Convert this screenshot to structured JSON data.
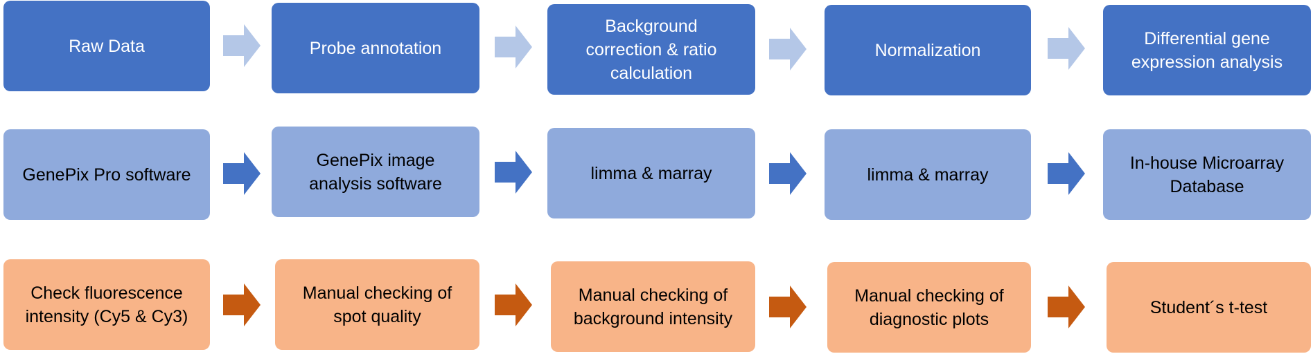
{
  "colors": {
    "row1_box": "#4472C4",
    "row1_arrow": "#B4C7E7",
    "row2_box": "#8FAADC",
    "row2_arrow": "#4472C4",
    "row3_box": "#F8B488",
    "row3_arrow": "#C55A11"
  },
  "rows": [
    {
      "boxes": [
        {
          "label": "Raw Data"
        },
        {
          "label": "Probe annotation"
        },
        {
          "label": "Background\ncorrection & ratio\ncalculation"
        },
        {
          "label": "Normalization"
        },
        {
          "label": "Differential gene\nexpression analysis"
        }
      ]
    },
    {
      "boxes": [
        {
          "label": "GenePix Pro software"
        },
        {
          "label": "GenePix image\nanalysis software"
        },
        {
          "label": "limma & marray"
        },
        {
          "label": "limma & marray"
        },
        {
          "label": "In-house Microarray\nDatabase"
        }
      ]
    },
    {
      "boxes": [
        {
          "label": "Check fluorescence\nintensity (Cy5 & Cy3)"
        },
        {
          "label": "Manual checking of\nspot quality"
        },
        {
          "label": "Manual checking of\nbackground intensity"
        },
        {
          "label": "Manual checking of\ndiagnostic plots"
        },
        {
          "label": "Student´s t-test"
        }
      ]
    }
  ]
}
